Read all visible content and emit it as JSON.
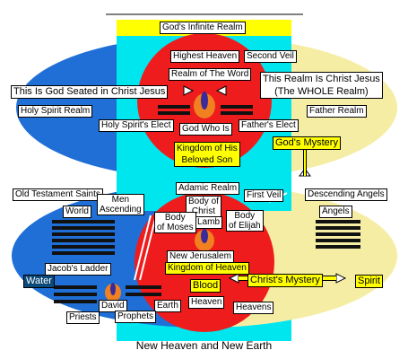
{
  "labels": {
    "gods_infinite_realm": "God's Infinite Realm",
    "highest_heaven": "Highest Heaven",
    "second_veil": "Second Veil",
    "realm_of_the_word": "Realm of The Word",
    "god_seated_in_christ": "This Is God Seated in Christ Jesus",
    "realm_is_christ_line1": "This Realm Is Christ Jesus",
    "realm_is_christ_line2": "(The WHOLE Realm)",
    "holy_spirit_realm": "Holy Spirit Realm",
    "father_realm": "Father Realm",
    "holy_spirits_elect": "Holy Spirit's Elect",
    "god_who_is": "God Who Is",
    "fathers_elect": "Father's Elect",
    "kingdom_line1": "Kingdom of His",
    "kingdom_line2": "Beloved Son",
    "gods_mystery": "God's Mystery",
    "adamic_realm": "Adamic Realm",
    "old_testament_saints": "Old Testament Saints",
    "men_ascending_line1": "Men",
    "men_ascending_line2": "Ascending",
    "body_of_christ_line1": "Body of",
    "body_of_christ_line2": "Christ",
    "lamb": "Lamb",
    "body_of_elijah_line1": "Body",
    "body_of_elijah_line2": "of Elijah",
    "first_veil": "First Veil",
    "descending_angels": "Descending Angels",
    "world": "World",
    "body_of_moses_line1": "Body",
    "body_of_moses_line2": "of Moses",
    "angels": "Angels",
    "new_jerusalem": "New Jerusalem",
    "kingdom_of_heaven": "Kingdom of Heaven",
    "jacobs_ladder": "Jacob's Ladder",
    "water": "Water",
    "blood": "Blood",
    "christs_mystery": "Christ's Mystery",
    "spirit": "Spirit",
    "david": "David",
    "heaven": "Heaven",
    "earth": "Earth",
    "prophets": "Prophets",
    "priests": "Priests",
    "heavens": "Heavens"
  },
  "caption": "New Heaven and New Earth",
  "colors": {
    "yellow": "#ffff00",
    "pale_yellow": "#f8f0a8",
    "blue": "#1f6fd6",
    "cyan": "#00e4ee",
    "red": "#ee1c1c",
    "navy": "#0b4a78",
    "orange": "#f08020",
    "purple": "#6030a0"
  }
}
